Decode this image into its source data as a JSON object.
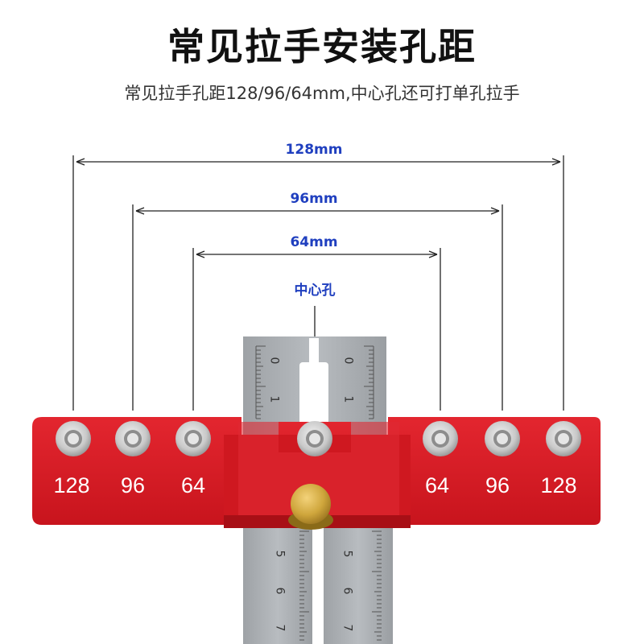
{
  "header": {
    "title": "常见拉手安装孔距",
    "subtitle": "常见拉手孔距128/96/64mm,中心孔还可打单孔拉手"
  },
  "dimensions": {
    "d128": "128mm",
    "d96": "96mm",
    "d64": "64mm",
    "center": "中心孔"
  },
  "jig_labels": {
    "left": [
      "128",
      "96",
      "64"
    ],
    "right": [
      "64",
      "96",
      "128"
    ]
  },
  "ruler": {
    "top_ticks": [
      "0",
      "1"
    ],
    "bottom_ticks": [
      "5",
      "6",
      "7"
    ]
  },
  "colors": {
    "jig_red": "#d81e28",
    "dimension_blue": "#1f3fbf",
    "ruler_gray": "#a9adb1",
    "knob_gold": "#c9a43a"
  }
}
